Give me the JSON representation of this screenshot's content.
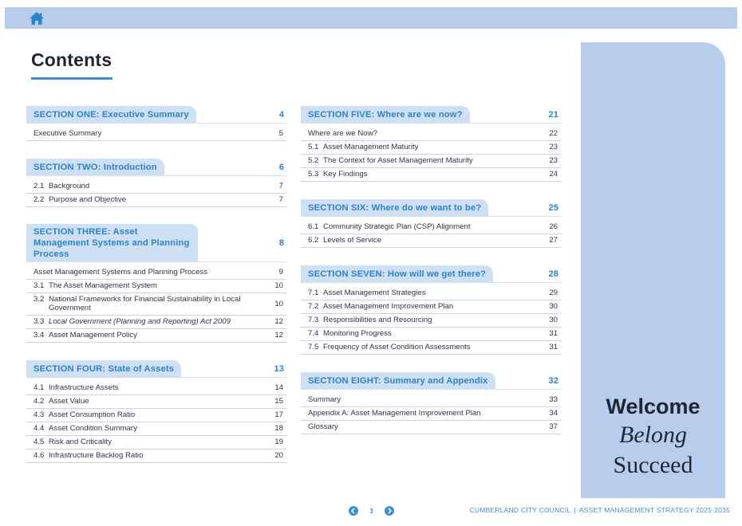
{
  "page_title": "Contents",
  "icons": {
    "home": "home-icon",
    "prev": "chevron-left-icon",
    "next": "chevron-right-icon"
  },
  "colors": {
    "accent": "#2b83c9",
    "tab_bg": "#cfdff4",
    "bar_bg": "#b8cdec",
    "text_dark": "#1d2733"
  },
  "left_sections": [
    {
      "title": "SECTION ONE: Executive Summary",
      "page": "4",
      "items": [
        {
          "num": "",
          "text": "Executive Summary",
          "page": "5"
        }
      ]
    },
    {
      "title": "SECTION TWO: Introduction",
      "page": "6",
      "items": [
        {
          "num": "2.1",
          "text": "Background",
          "page": "7"
        },
        {
          "num": "2.2",
          "text": "Purpose and Objective",
          "page": "7"
        }
      ]
    },
    {
      "title": "SECTION THREE: Asset Management Systems and Planning Process",
      "page": "8",
      "items": [
        {
          "num": "",
          "text": "Asset Management Systems and Planning Process",
          "page": "9"
        },
        {
          "num": "3.1",
          "text": "The Asset Management System",
          "page": "10"
        },
        {
          "num": "3.2",
          "text": "National Frameworks for Financial Sustainability in Local Government",
          "page": "10"
        },
        {
          "num": "3.3",
          "text": "Local Government (Planning and Reporting) Act 2009",
          "page": "12"
        },
        {
          "num": "3.4",
          "text": "Asset Management Policy",
          "page": "12"
        }
      ]
    },
    {
      "title": "SECTION FOUR: State of Assets",
      "page": "13",
      "items": [
        {
          "num": "4.1",
          "text": "Infrastructure Assets",
          "page": "14"
        },
        {
          "num": "4.2",
          "text": "Asset Value",
          "page": "15"
        },
        {
          "num": "4.3",
          "text": "Asset Consumption Ratio",
          "page": "17"
        },
        {
          "num": "4.4",
          "text": "Asset Condition Summary",
          "page": "18"
        },
        {
          "num": "4.5",
          "text": "Risk and Criticality",
          "page": "19"
        },
        {
          "num": "4.6",
          "text": "Infrastructure Backlog Ratio",
          "page": "20"
        }
      ]
    }
  ],
  "right_sections": [
    {
      "title": "SECTION FIVE: Where are we now?",
      "page": "21",
      "items": [
        {
          "num": "",
          "text": "Where are we Now?",
          "page": "22"
        },
        {
          "num": "5.1",
          "text": "Asset Management Maturity",
          "page": "23"
        },
        {
          "num": "5.2",
          "text": "The Context for Asset Management Maturity",
          "page": "23"
        },
        {
          "num": "5.3",
          "text": "Key Findings",
          "page": "24"
        }
      ]
    },
    {
      "title": "SECTION SIX: Where do we want to be?",
      "page": "25",
      "items": [
        {
          "num": "6.1",
          "text": "Community Strategic Plan (CSP) Alignment",
          "page": "26"
        },
        {
          "num": "6.2",
          "text": "Levels of Service",
          "page": "27"
        }
      ]
    },
    {
      "title": "SECTION SEVEN: How will we get there?",
      "page": "28",
      "items": [
        {
          "num": "7.1",
          "text": "Asset Management Strategies",
          "page": "29"
        },
        {
          "num": "7.2",
          "text": "Asset Management Improvement Plan",
          "page": "30"
        },
        {
          "num": "7.3",
          "text": "Responsibilities and Resourcing",
          "page": "30"
        },
        {
          "num": "7.4",
          "text": "Monitoring Progress",
          "page": "31"
        },
        {
          "num": "7.5",
          "text": "Frequency of Asset Condition Assessments",
          "page": "31"
        }
      ]
    },
    {
      "title": "SECTION EIGHT: Summary and Appendix",
      "page": "32",
      "items": [
        {
          "num": "",
          "text": "Summary",
          "page": "33"
        },
        {
          "num": "",
          "text": "Appendix A: Asset Management Improvement Plan",
          "page": "34"
        },
        {
          "num": "",
          "text": "Glossary",
          "page": "37"
        }
      ]
    }
  ],
  "panel": {
    "line1": "Welcome",
    "line2": "Belong",
    "line3": "Succeed"
  },
  "pager": {
    "current": "3"
  },
  "footer": {
    "org": "CUMBERLAND CITY COUNCIL",
    "separator": "|",
    "doc": "ASSET MANAGEMENT STRATEGY 2025-2035"
  }
}
